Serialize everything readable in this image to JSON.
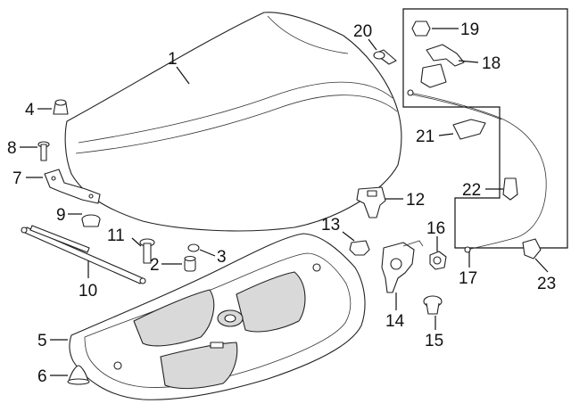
{
  "callouts": [
    {
      "id": "c1",
      "text": "1"
    },
    {
      "id": "c2",
      "text": "2"
    },
    {
      "id": "c3",
      "text": "3"
    },
    {
      "id": "c4",
      "text": "4"
    },
    {
      "id": "c5",
      "text": "5"
    },
    {
      "id": "c6",
      "text": "6"
    },
    {
      "id": "c7",
      "text": "7"
    },
    {
      "id": "c8",
      "text": "8"
    },
    {
      "id": "c9",
      "text": "9"
    },
    {
      "id": "c10",
      "text": "10"
    },
    {
      "id": "c11",
      "text": "11"
    },
    {
      "id": "c12",
      "text": "12"
    },
    {
      "id": "c13",
      "text": "13"
    },
    {
      "id": "c14",
      "text": "14"
    },
    {
      "id": "c15",
      "text": "15"
    },
    {
      "id": "c16",
      "text": "16"
    },
    {
      "id": "c17",
      "text": "17"
    },
    {
      "id": "c18",
      "text": "18"
    },
    {
      "id": "c19",
      "text": "19"
    },
    {
      "id": "c20",
      "text": "20"
    },
    {
      "id": "c21",
      "text": "21"
    },
    {
      "id": "c22",
      "text": "22"
    },
    {
      "id": "c23",
      "text": "23"
    }
  ],
  "colors": {
    "line": "#222222",
    "fill": "#ffffff",
    "shade": "#d9d9d9",
    "background": "#ffffff"
  }
}
